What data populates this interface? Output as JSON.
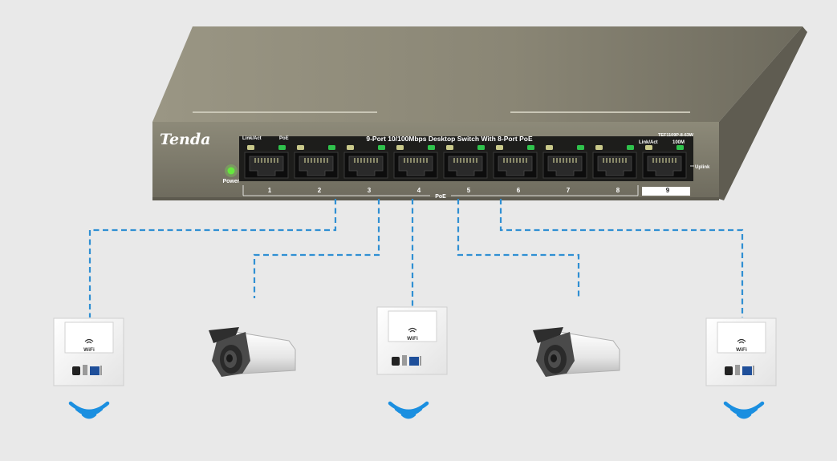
{
  "brand": "Tenda",
  "switch": {
    "title": "9-Port 10/100Mbps Desktop Switch With 8-Port PoE",
    "model": "TEF1109P-8-63W",
    "link_act_label": "Link/Act",
    "poe_label": "PoE",
    "link_act_label_right": "Link/Act",
    "speed_label": "100M",
    "uplink_label": "Uplink",
    "power_label": "Power",
    "poe_bracket_label": "PoE",
    "ports": [
      "1",
      "2",
      "3",
      "4",
      "5",
      "6",
      "7",
      "8",
      "9"
    ]
  },
  "devices": [
    {
      "type": "wall-access-point",
      "label": "WiFi"
    },
    {
      "type": "bullet-camera"
    },
    {
      "type": "wall-access-point",
      "label": "WiFi"
    },
    {
      "type": "bullet-camera"
    },
    {
      "type": "wall-access-point",
      "label": "WiFi"
    }
  ],
  "colors": {
    "background": "#e9e9e9",
    "switch_body": "#85816f",
    "link_line": "#2f8fd3",
    "led_green": "#2fc24c",
    "led_amber": "#c9c98a",
    "wifi_signal": "#1b8fe0"
  }
}
